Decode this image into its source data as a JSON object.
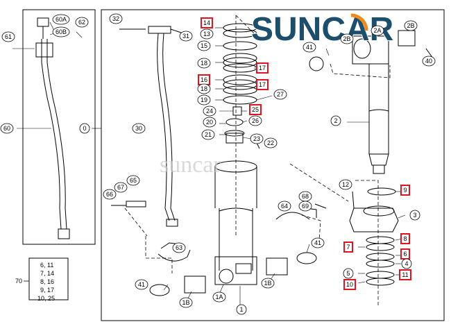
{
  "brand": {
    "text": "SUNCAR",
    "watermark": "suncar",
    "color": "#1d4e6b",
    "accent": "#f08a1c"
  },
  "highlight_color": "#e0141e",
  "legend": {
    "group": "70",
    "rows": [
      "6, 11",
      "7, 14",
      "8, 16",
      "9, 17",
      "10, 25"
    ]
  },
  "callouts": [
    {
      "id": "c61",
      "label": "61",
      "hl": false
    },
    {
      "id": "c60a",
      "label": "60A",
      "hl": false
    },
    {
      "id": "c60b",
      "label": "60B",
      "hl": false
    },
    {
      "id": "c62",
      "label": "62",
      "hl": false
    },
    {
      "id": "c60",
      "label": "60",
      "hl": false
    },
    {
      "id": "c0",
      "label": "0",
      "hl": false
    },
    {
      "id": "c32",
      "label": "32",
      "hl": false
    },
    {
      "id": "c31",
      "label": "31",
      "hl": false
    },
    {
      "id": "c30",
      "label": "30",
      "hl": false
    },
    {
      "id": "c14",
      "label": "14",
      "hl": true
    },
    {
      "id": "c13",
      "label": "13",
      "hl": false
    },
    {
      "id": "c15",
      "label": "15",
      "hl": false
    },
    {
      "id": "c18a",
      "label": "18",
      "hl": false
    },
    {
      "id": "c17a",
      "label": "17",
      "hl": true
    },
    {
      "id": "c16",
      "label": "16",
      "hl": true
    },
    {
      "id": "c18b",
      "label": "18",
      "hl": false
    },
    {
      "id": "c17b",
      "label": "17",
      "hl": true
    },
    {
      "id": "c19",
      "label": "19",
      "hl": false
    },
    {
      "id": "c27",
      "label": "27",
      "hl": false
    },
    {
      "id": "c24",
      "label": "24",
      "hl": false
    },
    {
      "id": "c25",
      "label": "25",
      "hl": true
    },
    {
      "id": "c20",
      "label": "20",
      "hl": false
    },
    {
      "id": "c26",
      "label": "26",
      "hl": false
    },
    {
      "id": "c21",
      "label": "21",
      "hl": false
    },
    {
      "id": "c23",
      "label": "23",
      "hl": false
    },
    {
      "id": "c22",
      "label": "22",
      "hl": false
    },
    {
      "id": "c41a",
      "label": "41",
      "hl": false
    },
    {
      "id": "c2b",
      "label": "2B",
      "hl": false
    },
    {
      "id": "c2a",
      "label": "2A",
      "hl": false
    },
    {
      "id": "c2c",
      "label": "2B",
      "hl": false
    },
    {
      "id": "c40",
      "label": "40",
      "hl": false
    },
    {
      "id": "c2",
      "label": "2",
      "hl": false
    },
    {
      "id": "c12",
      "label": "12",
      "hl": false
    },
    {
      "id": "c9",
      "label": "9",
      "hl": true
    },
    {
      "id": "c3",
      "label": "3",
      "hl": false
    },
    {
      "id": "c66",
      "label": "66",
      "hl": false
    },
    {
      "id": "c67",
      "label": "67",
      "hl": false
    },
    {
      "id": "c65",
      "label": "65",
      "hl": false
    },
    {
      "id": "c68",
      "label": "68",
      "hl": false
    },
    {
      "id": "c69",
      "label": "69",
      "hl": false
    },
    {
      "id": "c64",
      "label": "64",
      "hl": false
    },
    {
      "id": "c63",
      "label": "63",
      "hl": false
    },
    {
      "id": "c41b",
      "label": "41",
      "hl": false
    },
    {
      "id": "c8",
      "label": "8",
      "hl": true
    },
    {
      "id": "c7",
      "label": "7",
      "hl": true
    },
    {
      "id": "c6",
      "label": "6",
      "hl": true
    },
    {
      "id": "c4",
      "label": "4",
      "hl": false
    },
    {
      "id": "c5",
      "label": "5",
      "hl": false
    },
    {
      "id": "c11",
      "label": "11",
      "hl": true
    },
    {
      "id": "c10",
      "label": "10",
      "hl": true
    },
    {
      "id": "c41c",
      "label": "41",
      "hl": false
    },
    {
      "id": "c1b1",
      "label": "1B",
      "hl": false
    },
    {
      "id": "c1a",
      "label": "1A",
      "hl": false
    },
    {
      "id": "c1b2",
      "label": "1B",
      "hl": false
    },
    {
      "id": "c1",
      "label": "1",
      "hl": false
    }
  ]
}
